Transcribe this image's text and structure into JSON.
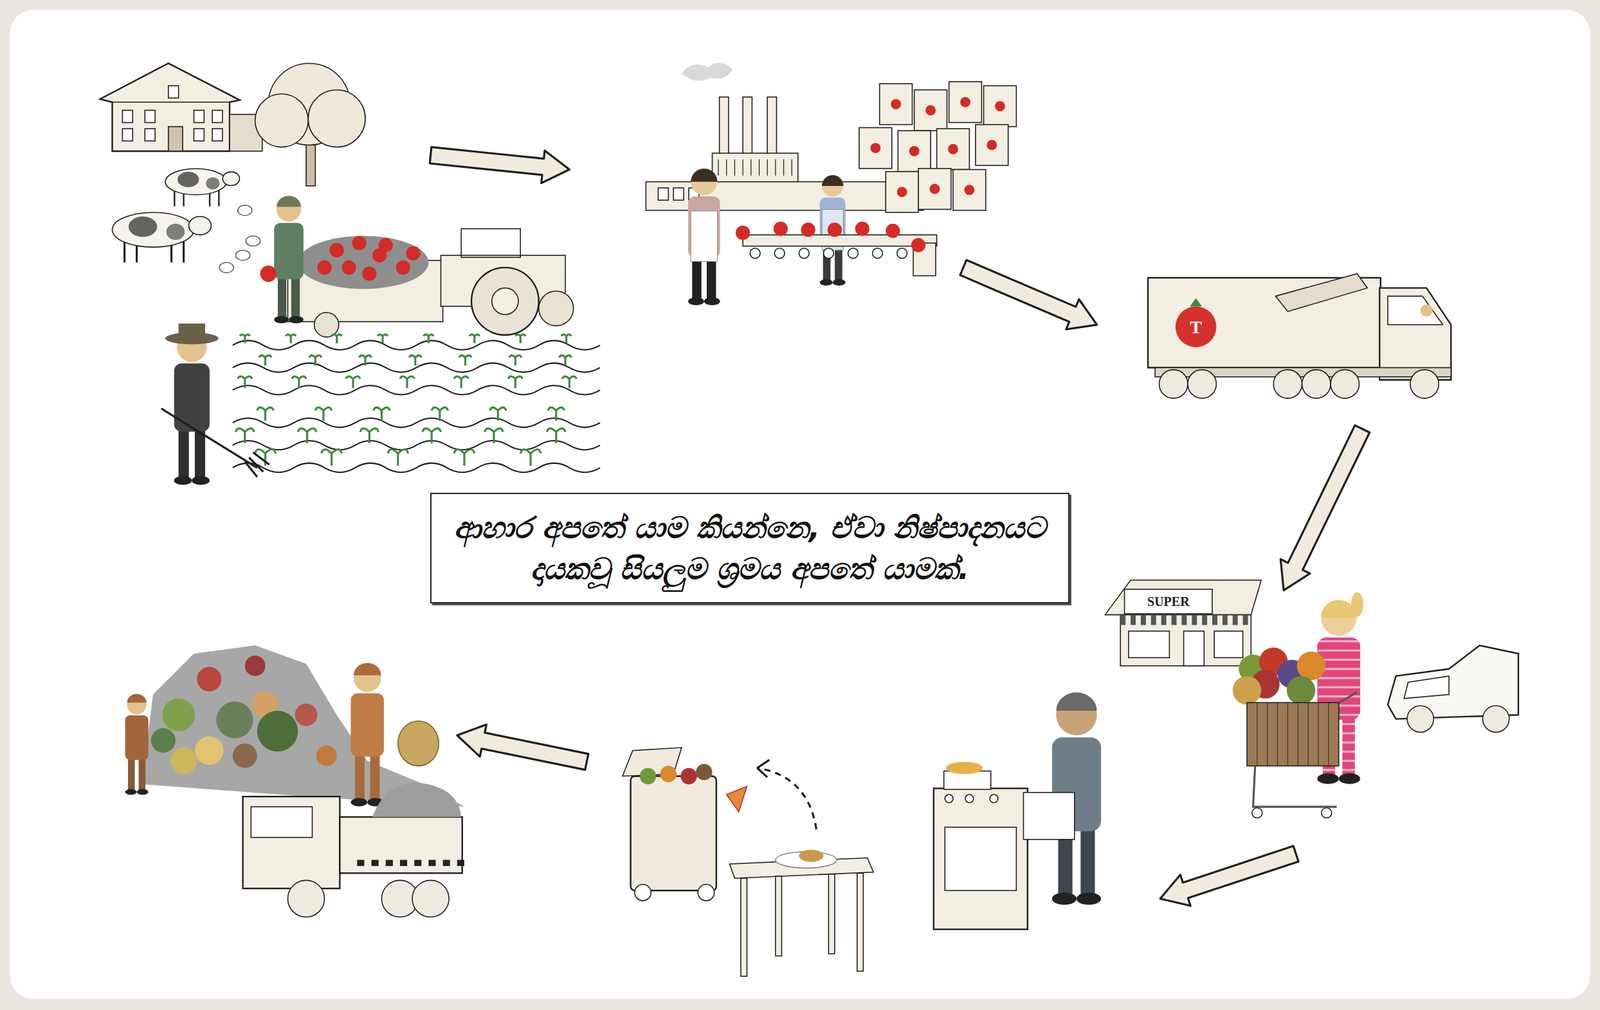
{
  "diagram": {
    "nodes": [
      {
        "text": [
          "ආහාර අපතේ යාම කියන්නෙ, ඒවා නිෂ්පාදනයට දායකවූ සියලුම ශ්‍රමය අපතේ යාමක්."
        ]
      }
    ],
    "labels": [
      "SUPER",
      "T"
    ]
  }
}
